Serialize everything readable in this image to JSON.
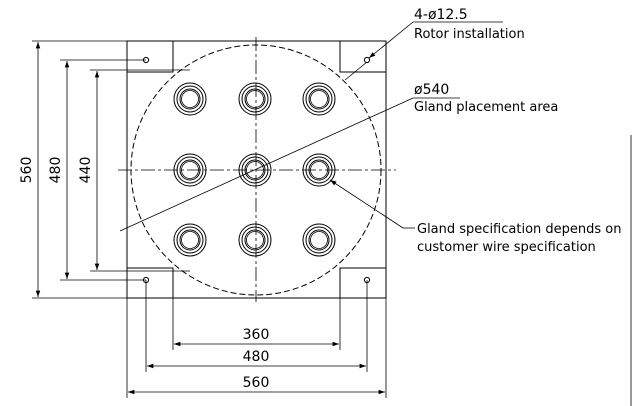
{
  "annotations": {
    "hole_spec": "4-ø12.5",
    "hole_note": "Rotor installation",
    "area_spec": "ø540",
    "area_note": "Gland placement area",
    "gland_note_line1": "Gland specification depends on",
    "gland_note_line2": "customer wire specification"
  },
  "dimensions": {
    "horizontal_inner": "360",
    "horizontal_middle": "480",
    "horizontal_outer": "560",
    "vertical_outer": "560",
    "vertical_middle": "480",
    "vertical_inner": "440"
  }
}
